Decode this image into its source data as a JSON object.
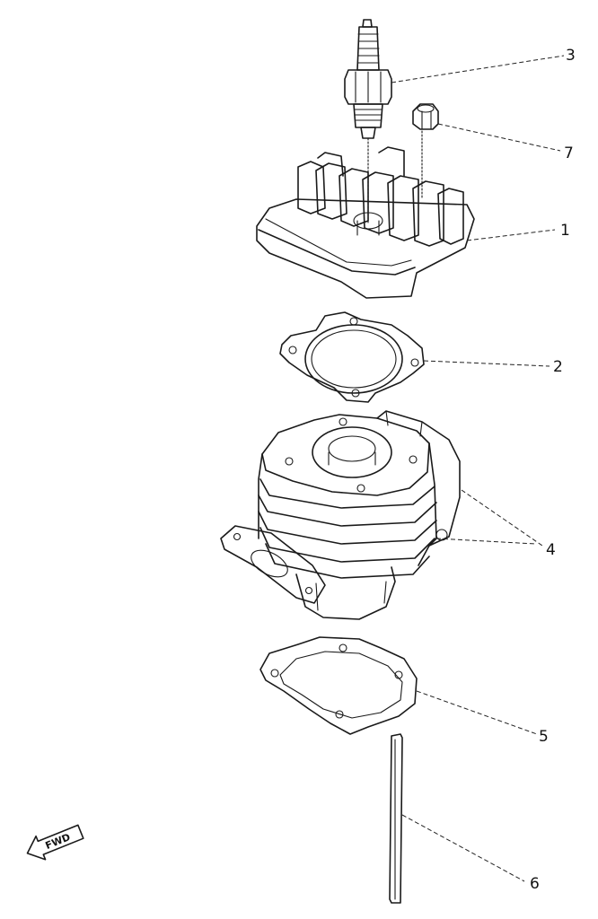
{
  "callouts": {
    "c1": "1",
    "c2": "2",
    "c3": "3",
    "c4": "4",
    "c5": "5",
    "c6": "6",
    "c7": "7"
  },
  "direction_marker": {
    "text": "FWD",
    "icon": "arrow-left-icon"
  },
  "colors": {
    "ink": "#1a1a1a",
    "background": "#ffffff"
  }
}
